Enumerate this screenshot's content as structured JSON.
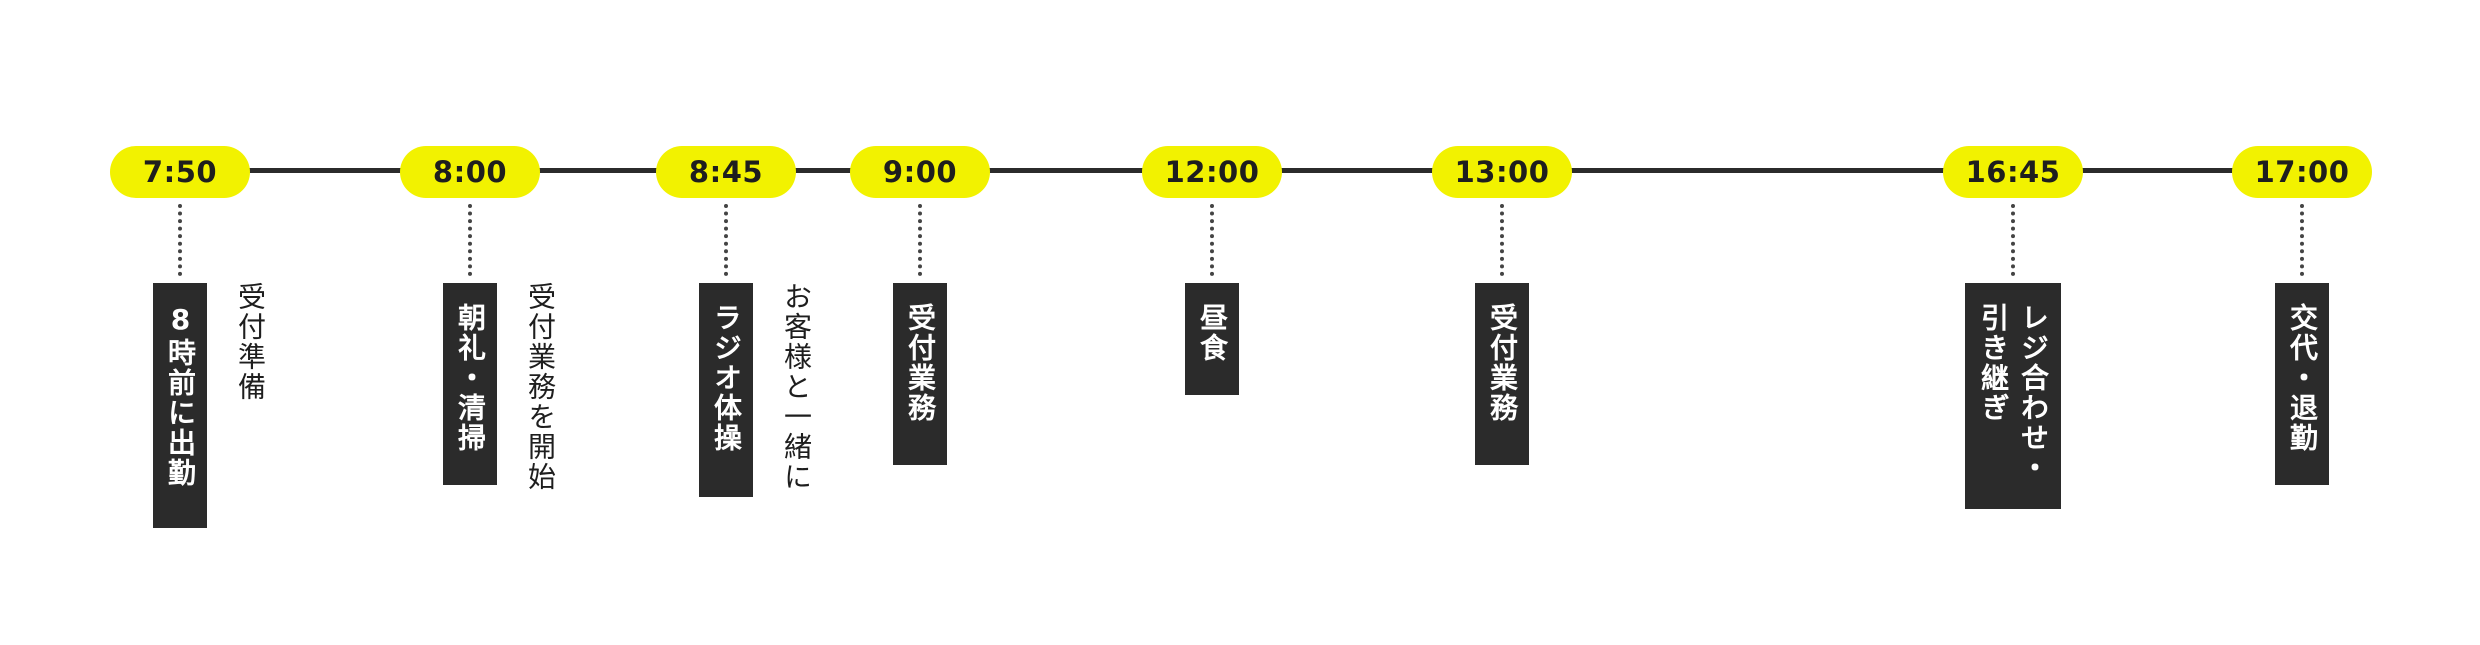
{
  "colors": {
    "pill": "#f2f200",
    "line": "#2b2b2b",
    "box": "#2b2b2b",
    "box_text": "#ffffff",
    "text": "#1e1e1e"
  },
  "timeline": [
    {
      "time": "7:50",
      "event": "8時前に出勤",
      "note": "受付準備"
    },
    {
      "time": "8:00",
      "event": "朝礼・清掃",
      "note": "受付業務を開始"
    },
    {
      "time": "8:45",
      "event": "ラジオ体操",
      "note": "お客様と一緒に"
    },
    {
      "time": "9:00",
      "event": "受付業務"
    },
    {
      "time": "12:00",
      "event": "昼食"
    },
    {
      "time": "13:00",
      "event": "受付業務"
    },
    {
      "time": "16:45",
      "event": "レジ合わせ・\n引き継ぎ"
    },
    {
      "time": "17:00",
      "event": "交代・退勤"
    }
  ]
}
